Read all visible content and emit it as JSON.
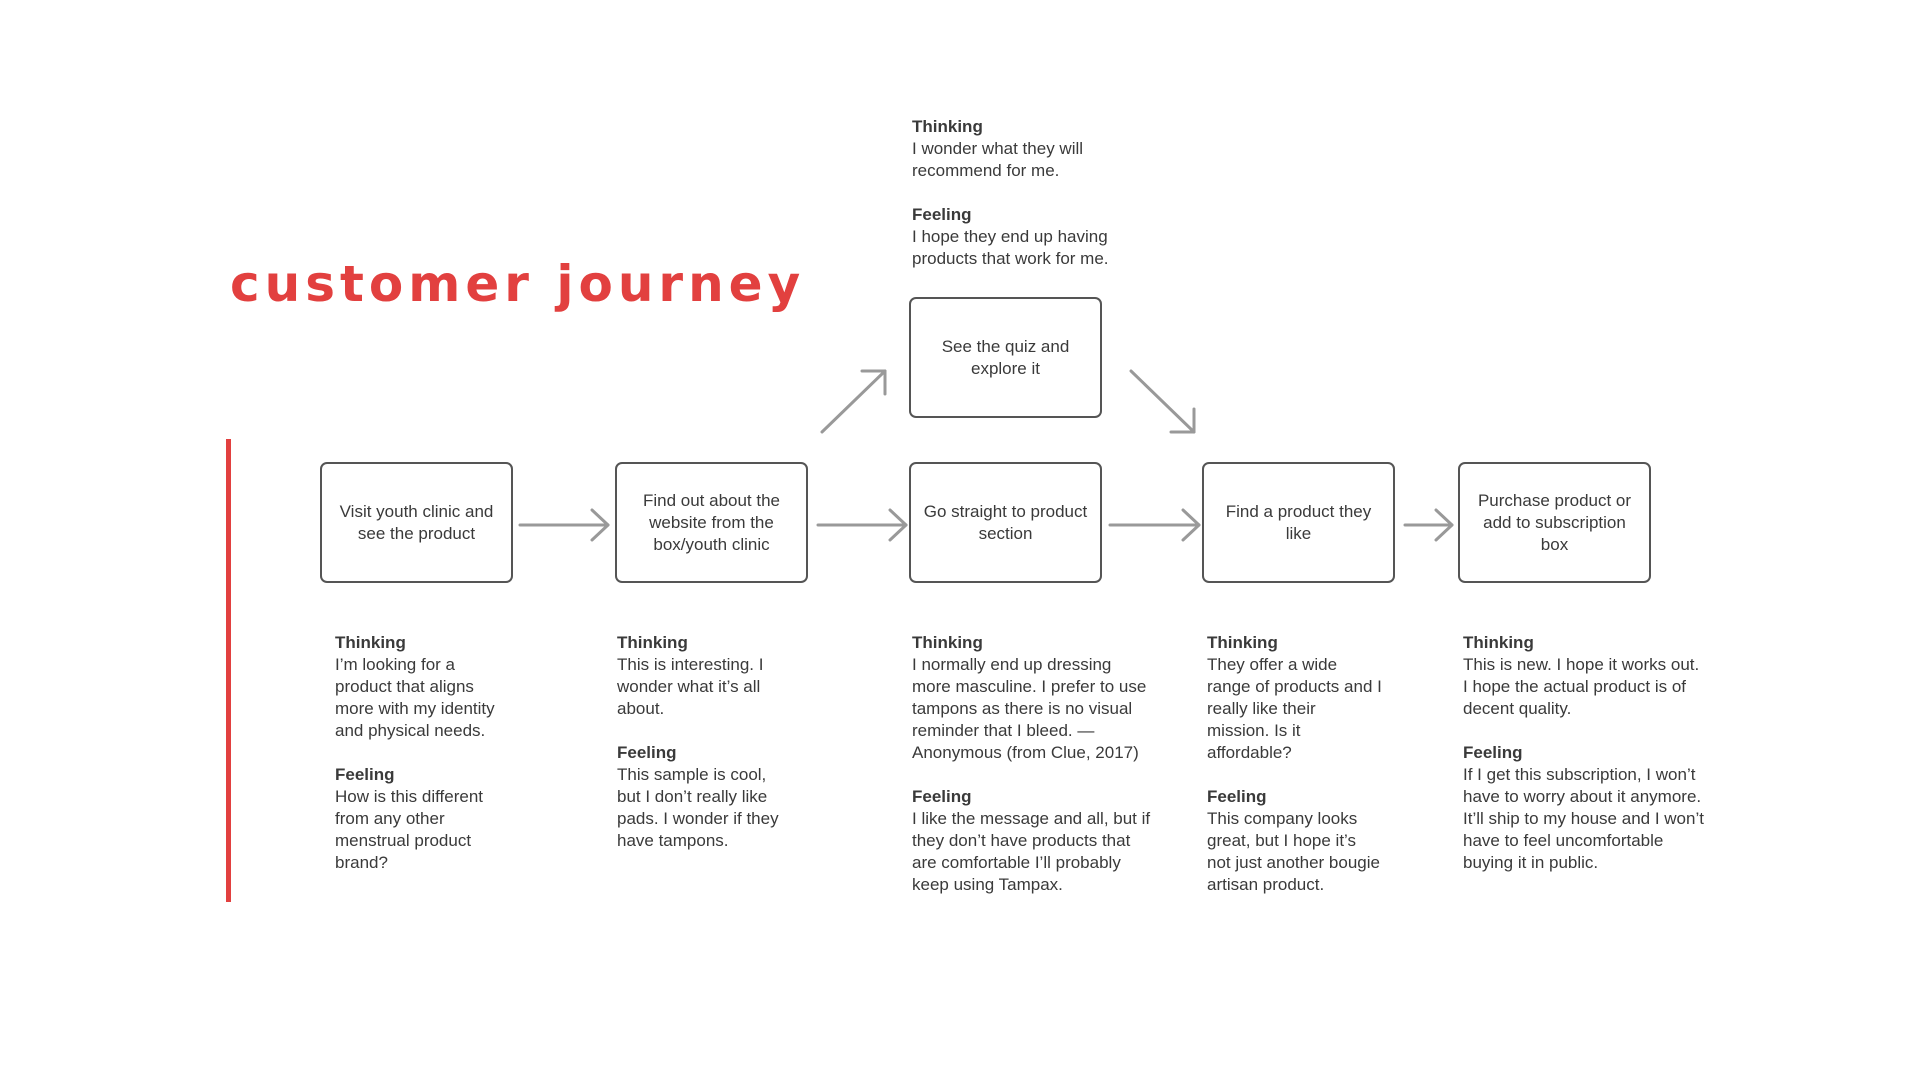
{
  "title": "customer journey",
  "colors": {
    "accent": "#e2403f",
    "text": "#3a3a3a",
    "border": "#555555",
    "arrow": "#999999"
  },
  "steps": [
    {
      "label": "Visit youth clinic and see the product"
    },
    {
      "label": "Find out about the website from the box/youth clinic"
    },
    {
      "label": "See the quiz and explore it"
    },
    {
      "label": "Go straight to product section"
    },
    {
      "label": "Find a product they like"
    },
    {
      "label": "Purchase product or add to subscription box"
    }
  ],
  "notes": {
    "visit": {
      "thinking_label": "Thinking",
      "thinking": "I’m looking for a product that aligns more with my identity and physical needs.",
      "feeling_label": "Feeling",
      "feeling": "How is this different from any other menstrual product brand?"
    },
    "findout": {
      "thinking_label": "Thinking",
      "thinking": "This is interesting. I wonder what it’s all about.",
      "feeling_label": "Feeling",
      "feeling": "This sample is cool, but I don’t really like pads. I wonder if they have tampons."
    },
    "quiz": {
      "thinking_label": "Thinking",
      "thinking": "I wonder what they will recommend for me.",
      "feeling_label": "Feeling",
      "feeling": "I hope they end up having products that work for me."
    },
    "product_section": {
      "thinking_label": "Thinking",
      "thinking": "I normally end up dressing more masculine. I prefer to use tampons as there is no visual reminder that I bleed. — Anonymous (from Clue, 2017)",
      "feeling_label": "Feeling",
      "feeling": "I like the message and all, but if they don’t have products that are comfortable I’ll probably keep using Tampax."
    },
    "find_product": {
      "thinking_label": "Thinking",
      "thinking": "They offer a wide range of products and I really like their mission. Is it affordable?",
      "feeling_label": "Feeling",
      "feeling": "This company looks great, but I hope it’s not just another bougie artisan product."
    },
    "purchase": {
      "thinking_label": "Thinking",
      "thinking": "This is new. I hope it works out. I hope the actual product is of decent quality.",
      "feeling_label": "Feeling",
      "feeling": "If I get this subscription, I won’t have to worry about it anymore. It’ll ship to my house and I won’t have to feel uncomfortable buying it in public."
    }
  }
}
